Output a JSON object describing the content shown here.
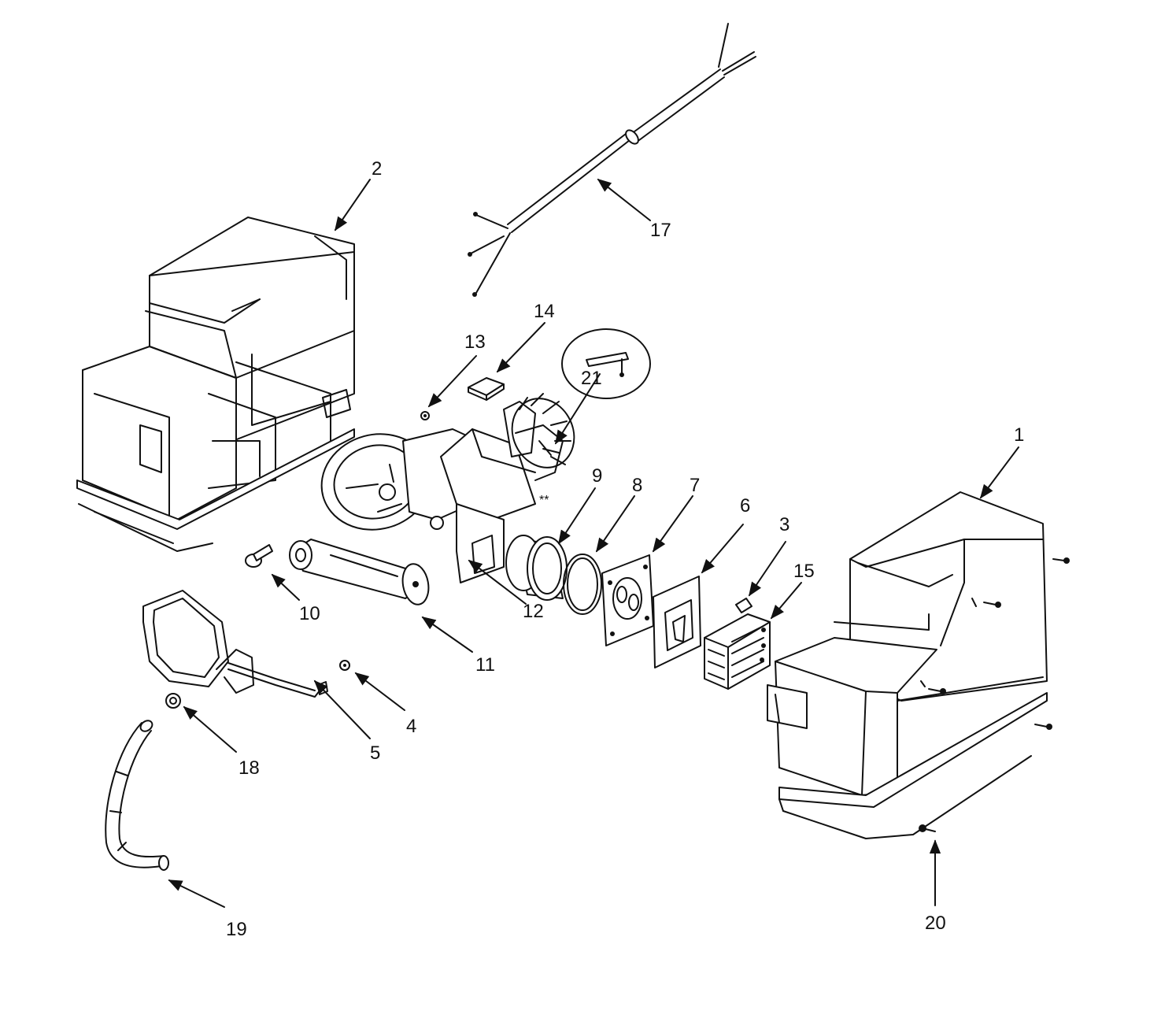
{
  "diagram": {
    "labels": [
      {
        "id": "1",
        "text": "1"
      },
      {
        "id": "2",
        "text": "2"
      },
      {
        "id": "3",
        "text": "3"
      },
      {
        "id": "4",
        "text": "4"
      },
      {
        "id": "5",
        "text": "5"
      },
      {
        "id": "6",
        "text": "6"
      },
      {
        "id": "7",
        "text": "7"
      },
      {
        "id": "8",
        "text": "8"
      },
      {
        "id": "9",
        "text": "9"
      },
      {
        "id": "10",
        "text": "10"
      },
      {
        "id": "11",
        "text": "11"
      },
      {
        "id": "12",
        "text": "12"
      },
      {
        "id": "13",
        "text": "13"
      },
      {
        "id": "14",
        "text": "14"
      },
      {
        "id": "15",
        "text": "15"
      },
      {
        "id": "17",
        "text": "17"
      },
      {
        "id": "18",
        "text": "18"
      },
      {
        "id": "19",
        "text": "19"
      },
      {
        "id": "20",
        "text": "20"
      },
      {
        "id": "21",
        "text": "21"
      }
    ],
    "motor_mark": "**"
  }
}
